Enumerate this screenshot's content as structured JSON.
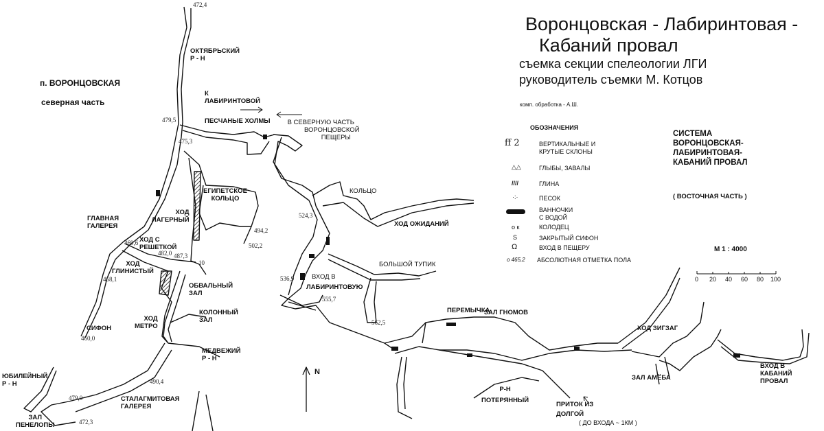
{
  "header": {
    "title_line1": "Воронцовская - Лабиринтовая -",
    "title_line2": "Кабаний провал",
    "survey": "съемка секции спелеологии ЛГИ",
    "leader": "руководитель съемки  М. Котцов",
    "processing": "комп. обработка - А.Ш."
  },
  "north_part": {
    "cave": "п. ВОРОНЦОВСКАЯ",
    "part": "северная часть"
  },
  "legend": {
    "heading": "ОБОЗНАЧЕНИЯ",
    "items": [
      {
        "icon": "vertical-slope-icon",
        "glyph": "ff 2",
        "label": "ВЕРТИКАЛЬНЫЕ И"
      },
      {
        "icon": "",
        "glyph": "",
        "label": "КРУТЫЕ  СКЛОНЫ"
      },
      {
        "icon": "boulders-icon",
        "glyph": "△△",
        "label": "ГЛЫБЫ,  ЗАВАЛЫ"
      },
      {
        "icon": "clay-icon",
        "glyph": "////",
        "label": "ГЛИНА"
      },
      {
        "icon": "sand-icon",
        "glyph": "·:·",
        "label": "ПЕСОК"
      },
      {
        "icon": "water-pool-icon",
        "glyph": "",
        "label": "ВАННОЧКИ"
      },
      {
        "icon": "",
        "glyph": "",
        "label": "С  ВОДОЙ"
      },
      {
        "icon": "well-icon",
        "glyph": "о к",
        "label": "КОЛОДЕЦ"
      },
      {
        "icon": "sump-icon",
        "glyph": "S",
        "label": "ЗАКРЫТЫЙ  СИФОН"
      },
      {
        "icon": "cave-entrance-icon",
        "glyph": "Ω",
        "label": "ВХОД  В  ПЕЩЕРУ"
      },
      {
        "icon": "elevation-mark-icon",
        "glyph": "о 465,2",
        "label": "АБСОЛЮТНАЯ ОТМЕТКА  ПОЛА"
      }
    ]
  },
  "system": {
    "lines": [
      "СИСТЕМА",
      "ВОРОНЦОВСКАЯ-",
      "ЛАБИРИНТОВАЯ-",
      "КАБАНИЙ  ПРОВАЛ"
    ],
    "part": "( ВОСТОЧНАЯ  ЧАСТЬ )",
    "scale": "М   1 : 4000",
    "scale_ticks": [
      "0",
      "20",
      "40",
      "60",
      "80",
      "100"
    ]
  },
  "north_arrow": "N",
  "labels": {
    "oktyabrsky": [
      "ОКТЯБРЬСКИЙ",
      "Р - Н"
    ],
    "to_labirint": [
      "К",
      "ЛАБИРИНТОВОЙ"
    ],
    "sand_hills": "ПЕСЧАНЫЕ ХОЛМЫ",
    "to_north": [
      "В СЕВЕРНУЮ ЧАСТЬ",
      "ВОРОНЦОВСКОЙ",
      "ПЕЩЕРЫ"
    ],
    "egypt": [
      "ЕГИПЕТСКОЕ",
      "КОЛЬЦО"
    ],
    "lagerny": [
      "ХОД",
      "ЛАГЕРНЫЙ"
    ],
    "main_gallery": [
      "ГЛАВНАЯ",
      "ГАЛЕРЕЯ"
    ],
    "grate": [
      "ХОД С",
      "РЕШЕТКОЙ"
    ],
    "clay_passage": [
      "ХОД",
      "ГЛИНИСТЫЙ"
    ],
    "collapse_hall": [
      "ОБВАЛЬНЫЙ",
      "ЗАЛ"
    ],
    "column_hall": [
      "КОЛОННЫЙ",
      "ЗАЛ"
    ],
    "metro": [
      "ХОД",
      "МЕТРО"
    ],
    "siphon": "СИФОН",
    "bear": [
      "МЕДВЕЖИЙ",
      "Р - Н"
    ],
    "jubilee": [
      "ЮБИЛЕЙНЫЙ",
      "Р - Н"
    ],
    "stalagmite": [
      "СТАЛАГМИТОВАЯ",
      "ГАЛЕРЕЯ"
    ],
    "penelope": [
      "ЗАЛ",
      "ПЕНЕЛОПЫ"
    ],
    "ring": "КОЛЬЦО",
    "expectations": "ХОД  ОЖИДАНИЙ",
    "big_deadend": "БОЛЬШОЙ  ТУПИК",
    "labirint_entrance": [
      "ВХОД В",
      "ЛАБИРИНТОВУЮ"
    ],
    "peremychka": "ПЕРЕМЫЧКА",
    "gnomes": "ЗАЛ  ГНОМОВ",
    "lost": [
      "Р-Н",
      "ПОТЕРЯННЫЙ"
    ],
    "inflow": [
      "ПРИТОК  ИЗ",
      "ДОЛГОЙ"
    ],
    "to_entrance": "( ДО ВХОДА  ~  1КМ  )",
    "zigzag": "ХОД  ЗИГЗАГ",
    "amoeba": "ЗАЛ  АМЁБА",
    "kabany": [
      "ВХОД  В",
      "КАБАНИЙ",
      "ПРОВАЛ"
    ]
  },
  "elevations": [
    "472,4",
    "479,5",
    "475,3",
    "494,2",
    "502,2",
    "469,6",
    "482,0",
    "487,3",
    "10",
    "468,1",
    "460,0",
    "490,4",
    "479,0",
    "472,3",
    "524,3",
    "536,9",
    "555,7",
    "562,5"
  ]
}
